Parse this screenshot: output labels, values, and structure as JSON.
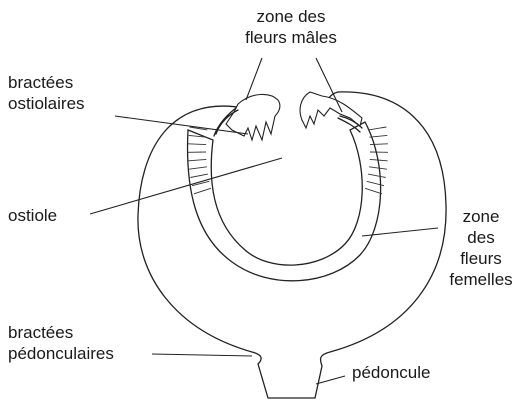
{
  "title": "",
  "labels": {
    "male_zone": [
      "zone des",
      "fleurs mâles"
    ],
    "ostiolar_bracts": [
      "bractées",
      "ostiolaires"
    ],
    "ostiole": "ostiole",
    "female_zone": [
      "zone",
      "des",
      "fleurs",
      "femelles"
    ],
    "peduncular_bracts": [
      "bractées",
      "pédonculaires"
    ],
    "peduncle": "pédoncule"
  },
  "colors": {
    "line": "#222222",
    "background": "#ffffff",
    "text": "#1a1a1a"
  }
}
